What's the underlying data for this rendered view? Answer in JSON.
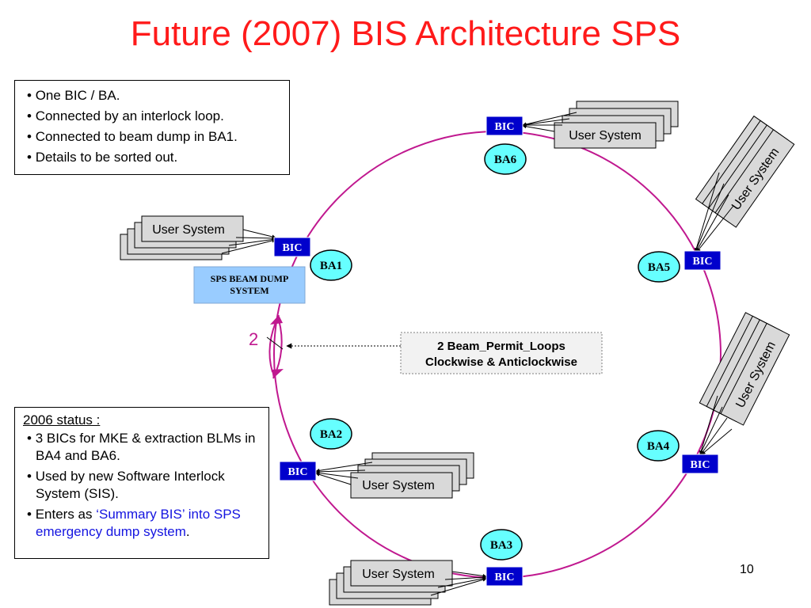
{
  "title": "Future (2007) BIS Architecture SPS",
  "info_box": {
    "items": [
      "One BIC / BA.",
      "Connected by an interlock loop.",
      "Connected to beam dump in BA1.",
      "Details to be sorted out."
    ]
  },
  "status_box": {
    "title": "2006 status :",
    "item1": "3 BICs for MKE & extraction BLMs in BA4 and BA6.",
    "item2": "Used by new Software Interlock System (SIS).",
    "item3_prefix": "Enters as ",
    "item3_highlight": "‘Summary BIS’ into SPS emergency dump system",
    "item3_suffix": "."
  },
  "diagram": {
    "bic_label": "BIC",
    "user_system_label": "User System",
    "stations": [
      "BA1",
      "BA2",
      "BA3",
      "BA4",
      "BA5",
      "BA6"
    ],
    "beam_dump_line1": "SPS BEAM DUMP",
    "beam_dump_line2": "SYSTEM",
    "loop_count": "2",
    "loops_line1": "2 Beam_Permit_Loops",
    "loops_line2": "Clockwise & Anticlockwise"
  },
  "colors": {
    "title": "#ff1a1a",
    "ring": "#c0188f",
    "bic_fill": "#0000cc",
    "station_fill": "#66ffff",
    "beam_dump_fill": "#99ccff",
    "user_system_fill": "#d9d9d9",
    "highlight_text": "#1515e0"
  },
  "page_number": "10"
}
